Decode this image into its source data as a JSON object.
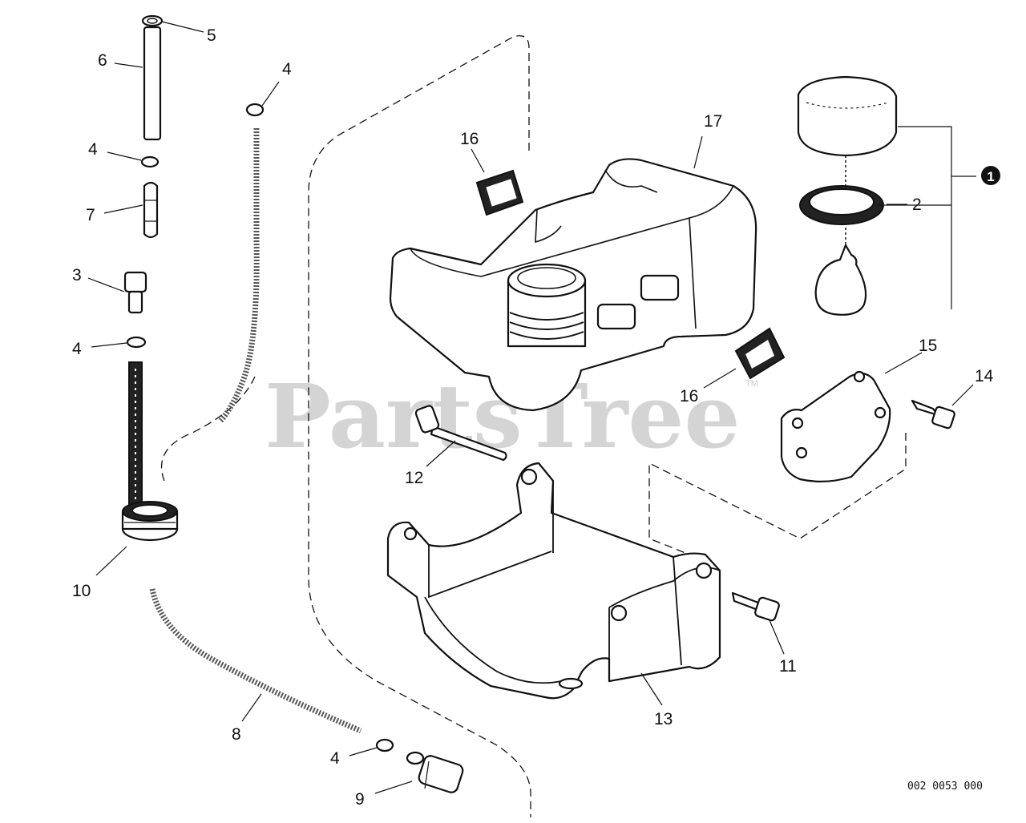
{
  "watermark": {
    "text": "PartsTree",
    "trademark": "TM"
  },
  "drawing_number": "002 0053 000",
  "assembly_marker": "1",
  "callouts": [
    {
      "id": "c5",
      "label": "5"
    },
    {
      "id": "c6",
      "label": "6"
    },
    {
      "id": "c4a",
      "label": "4"
    },
    {
      "id": "c4b",
      "label": "4"
    },
    {
      "id": "c7",
      "label": "7"
    },
    {
      "id": "c3",
      "label": "3"
    },
    {
      "id": "c4c",
      "label": "4"
    },
    {
      "id": "c10",
      "label": "10"
    },
    {
      "id": "c8",
      "label": "8"
    },
    {
      "id": "c4d",
      "label": "4"
    },
    {
      "id": "c9",
      "label": "9"
    },
    {
      "id": "c16a",
      "label": "16"
    },
    {
      "id": "c17",
      "label": "17"
    },
    {
      "id": "c2",
      "label": "2"
    },
    {
      "id": "c16b",
      "label": "16"
    },
    {
      "id": "c15",
      "label": "15"
    },
    {
      "id": "c14",
      "label": "14"
    },
    {
      "id": "c12",
      "label": "12"
    },
    {
      "id": "c11",
      "label": "11"
    },
    {
      "id": "c13",
      "label": "13"
    }
  ]
}
